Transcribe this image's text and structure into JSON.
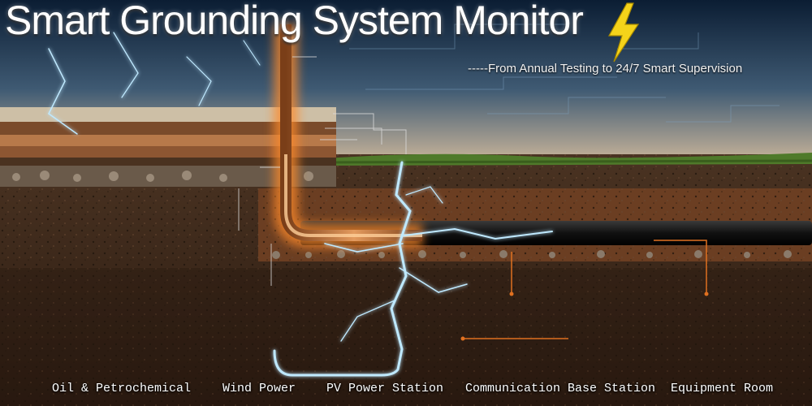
{
  "header": {
    "title": "Smart Grounding System Monitor",
    "title_icon": "lightning-bolt-icon",
    "subtitle": "-----From Annual Testing to 24/7 Smart Supervision"
  },
  "scene_icons": [
    "grounding-rod-icon",
    "lightning-discharge-icon",
    "buried-cable-icon"
  ],
  "applications": [
    {
      "label": "Oil & Petrochemical"
    },
    {
      "label": "Wind Power"
    },
    {
      "label": "PV Power Station"
    },
    {
      "label": "Communication Base Station"
    },
    {
      "label": "Equipment Room"
    }
  ],
  "colors": {
    "sky_top": "#0b1d33",
    "sky_horizon": "#c9b59a",
    "soil": "#3b281a",
    "copper": "#c8743a",
    "glow": "#ff8a2a",
    "lightning": "#bfe9ff",
    "callout_line": "#e07020",
    "bolt": "#f5d31a"
  }
}
